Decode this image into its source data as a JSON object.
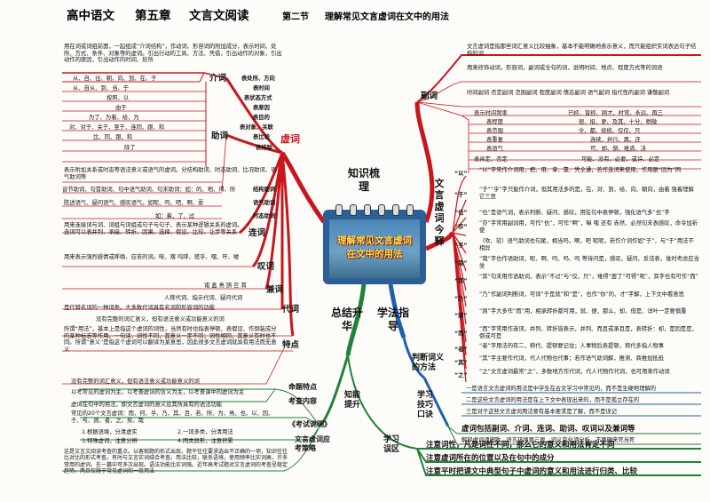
{
  "header": {
    "book": "高中语文",
    "chapter": "第五章",
    "topic": "文言文阅读",
    "section": "第二节",
    "section_title": "理解常见文言虚词在文中的用法"
  },
  "center_title": "理解常见文言虚词在文中的用法",
  "branch_labels": {
    "knowledge": "知识梳理",
    "summary": "总结升华",
    "method": "学法指导",
    "function_words": "虚词",
    "wenyan_xuci": "文言虚词今释",
    "prep": "介词",
    "adv": "副词",
    "aux": "助词",
    "conj": "连词",
    "interj": "叹词",
    "dual": "兼词",
    "pronoun": "代词",
    "features": "特点",
    "judge": "判断词义的方法",
    "skills": "学习技巧口诀",
    "pitfalls": "学习误区",
    "ability": "知能提升",
    "exam_point": "命题特点",
    "exam_content": "考查内容",
    "exam_strategy": "文言虚词应考策略"
  },
  "colors": {
    "red": "#c8161d",
    "blue": "#1f5fb0",
    "green": "#22803a",
    "navy": "#2b5f95"
  },
  "left": {
    "prep_desc": "用在词或词组前面，一起组成“介词结构”，作动词、形容词的附加成分，表示时间、处所、方式、条件、对象等的虚词。引出行动的工具、方法、凭借，引出动作的对象，引出动作的原因，引出动作的时间、处所",
    "prep_rows": [
      {
        "words": "从、自、往、朝、向、到、在、于",
        "use": "表处所、方向"
      },
      {
        "words": "从、自从、到、当、于",
        "use": "表时间"
      },
      {
        "words": "按照、以",
        "use": "表状态方式"
      },
      {
        "words": "由于",
        "use": "表原因"
      },
      {
        "words": "为了、为着、给、为",
        "use": "表目的"
      },
      {
        "words": "对、对于、关于、至于、连同、跟、和",
        "use": "表对象、关联"
      },
      {
        "words": "比、同、跟、和",
        "use": "表比较"
      },
      {
        "words": "除了",
        "use": "表排除"
      }
    ],
    "aux_desc": "表示附加关系或时态等语法意义或语气的虚词。分结构助词、时态助词、比况助词、语气助词等",
    "aux_rows": [
      {
        "words": "音节助词、句首助词、句中语气助词、句末助词：如：的、地、得、所",
        "use": "结构助词"
      },
      {
        "words": "陈述语气、疑问语气、感叹语气。如呢、吗、吧、啊、耍",
        "use": "语气助词"
      },
      {
        "words": "如：着、了、过",
        "use": "时态助词"
      }
    ],
    "conj_desc": "用来连接词与词、词组与词组或句子与句子、表示某种逻辑关系的虚词。连词可以表并列、承接、转折、因果、选择、假设、比较、让步等关系",
    "interj_desc": "用来表示强烈感情或呼唤、应答的词。唉、嗐 呜呼、嗟乎、嘿、吁、嘘",
    "dual_words": "诸 盍 焉 旃 叵 耳",
    "pronoun_types": "人称代词、指示代词、疑问代词",
    "pronoun_desc": "是代替名词的一种词类。大多数代词具有名词和形容词的功能",
    "feat_1": "没有完整的词汇意义，但有语法意义或功能意义的词",
    "feat_2": "所谓“用法”，基本上是指这个虚词的词性，当然有时也指表停顿、表假设、作倒装成分的某种标志等作用。一句话，词性不同，其意义一定不同；词性相同，其意义有时也不同。所谓“意义”是指这个虚词可以翻译为某意思，因此很多文言虚词就具有用法而无意义",
    "feat_3": "没有完整的词汇意义，但有语法意义或功能意义的词"
  },
  "right": {
    "adv_desc": "文言虚词是指那些词汇意义比较抽象，基本不能明确地表示意义，而只能组织实词表达句子结构的词",
    "adv_desc2": "用来修饰动词，形容词，副词或全句的词，说明时间、地点、程度方式等的词语",
    "adv_desc3": "时间副词 否定副词 范围副词 程度副词 情态副词 语气副词 指代性的副词 谦敬副词",
    "adv_rows": [
      {
        "type": "表示时间频率",
        "words": "已经、曾经、刚才、时常、永远、再三"
      },
      {
        "type": "表程度",
        "words": "很、挺、更、及其、十分、稍微"
      },
      {
        "type": "表范围",
        "words": "全、都、统统、仅仅、只"
      },
      {
        "type": "表重复",
        "words": "连续、并行、再、还"
      },
      {
        "type": "表语气",
        "words": "可、却、倒、难道、决"
      },
      {
        "type": "表肯定、否定",
        "words": "可能、没有、必要、或许、必定"
      }
    ],
    "char_rows": [
      {
        "char": "“以”",
        "desc": "“以”字常作介词用，把、用、拿、靠、凭全通，若作连词来使用，作用跟“因为”同"
      },
      {
        "char": "“于”",
        "desc": "“于”“乎”字只能作介词，但其用法多的是，在、对、到、给、向、朝向，由着 强着理解它三思"
      },
      {
        "char": "“也”",
        "desc": "“也”是语气词，表示判断、疑问、感叹，用在句中表停顿，强化语气多“也”字"
      },
      {
        "char": "“亦”",
        "desc": "“亦”字常用副词用，可作“也”，可作“啊”，嘛 嘿 还有 赤然、必然句末表感叹，命令加祈使"
      },
      {
        "char": "“乎”",
        "desc": "（吹、欤）语气助词也句尾，相当吗，啊，吧 呢呢，若作介词作如“于”，与“于”用法不相异"
      },
      {
        "char": "“哉”",
        "desc": "“哉”字也作语助词，呢、啊、吗、吗、吗 等待问是，感叹、疑问、反诘表，谁时考虑应当坐"
      },
      {
        "char": "“耳”",
        "desc": "“耳”句末用作语助词，表示“不过”与“仅、只”，难得“罢了”可得“呢”，耳字也有可作“而”"
      },
      {
        "char": "“乃”",
        "desc": "“乃”作副词判断词，可译“于是就”和“是”，也作“你”的、才”字解，上下文中看意思"
      },
      {
        "char": "“则”",
        "desc": "“则”字大多作“而”用，相承转折都可用，就、便、那么、却、但是、详叶一定要慎重"
      },
      {
        "char": "“而”",
        "desc": "“而”字常用作连词，并列、转折皆表示，并列、而且或承且是，表转折：却，是因是是，倒或可是"
      },
      {
        "char": "“者”",
        "desc": "“者”字用法的有二，称代、提顿要记住；人事物后表提顿，称代多指人物事"
      },
      {
        "char": "“其”",
        "desc": "“其”字主要作代词，代人代物也代事；若作语气助词解，推测、商推加抵抵"
      },
      {
        "char": "“之”",
        "desc": "“之”文言虚词最常“之”，多数地方作代词，代人代物作代词，也可用来作动词"
      }
    ],
    "method_rows": [
      "一是语言文言虚词的用法是中学生在古文学习中常见的，而不是生硬地理解的",
      "二是这些文言虚词的用法是在上下文中表现出来的，而不是孤立存在的",
      "三是对于这些文言虚词用法要有基本要求是了解，而不是误记"
    ],
    "skills_rows": [
      "虚词包括副词、介词、连词、助词、叹词以及兼词等",
      "解释虚词须细致，语言环境要三思，词义变化须分析，不要硬来死当死"
    ],
    "pitfall_rows": [
      "注意词性，凡是词性不同，那么它的意义和用法肯定不同",
      "注意虚词所在的位置以及在句中的成分",
      "注意平时把课文中典型句子中虚词的意义和用法进行归类、比较"
    ]
  },
  "bottom_left": {
    "exam_point_text": "以考常见的虚词为主，以考查虚词的含义为主，以考查课中的虚词为主",
    "exam_point_text2": "虚词在句中的用法，即文言虚词的意义及其所具有的语法功能",
    "exam_content_text": "常见的20个文言虚词：而、何、乎、乃、其、且、若、所、为、焉、也、以、因、于、与、则、者、之、矣、哉",
    "exam_outline": "《考试说明》",
    "methods": [
      "1.根据语境，分清虚实",
      "2.一词多类，分清用法",
      "3.特殊虚词，注意分辨",
      "4.同类异形，注意积累"
    ],
    "strategy_text": "这是文言文阅读考查的重点。以客观题的形式出现，题干往往要求选出不正确的一项，知识往往比对比的形式考查。有时与文言实词结合考查。用法比较，联系语境，使用频率比实词高，许多常用的虚词，在一篇中可多次出现。语法功能比实词强。近年高考试题对文言虚词的考查呈稳定趋势。两且仅限于常见虚词和一般用法"
  }
}
